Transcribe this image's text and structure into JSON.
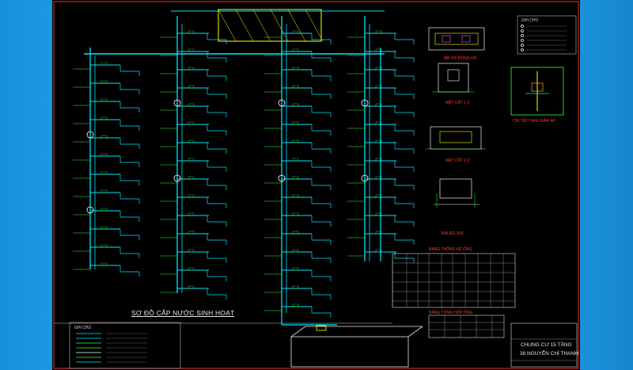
{
  "drawing": {
    "main_title": "SƠ ĐỒ CẤP NƯỚC SINH HOẠT",
    "legend_title_top": "GHI CHÚ",
    "legend_title_bottom": "GHI CHÚ",
    "details": {
      "plan_meter": "MB HỐ ĐỒNG HỒ",
      "section_1": "MẶT CẮT 1-1",
      "section_2": "MẶT CẮT 2-2",
      "valve_detail": "CHI TIẾT VAN GIẢM ÁP",
      "pipe_detail": "ĐAI ĐG-30X"
    },
    "tables": {
      "table1_title": "BẢNG THỐNG KÊ ỐNG",
      "table2_title": "BẢNG TỔNG HỢP ỐNG"
    },
    "project": {
      "name_line1": "CHUNG CƯ 15 TẦNG",
      "name_line2": "38 NGUYỄN CHÍ THANH"
    }
  },
  "colors": {
    "background": "#1a8fd8",
    "sheet": "#000000",
    "pipe": "#00e5ff",
    "label": "#33ff33",
    "frame": "#ff2a2a",
    "accent": "#ffff00"
  }
}
